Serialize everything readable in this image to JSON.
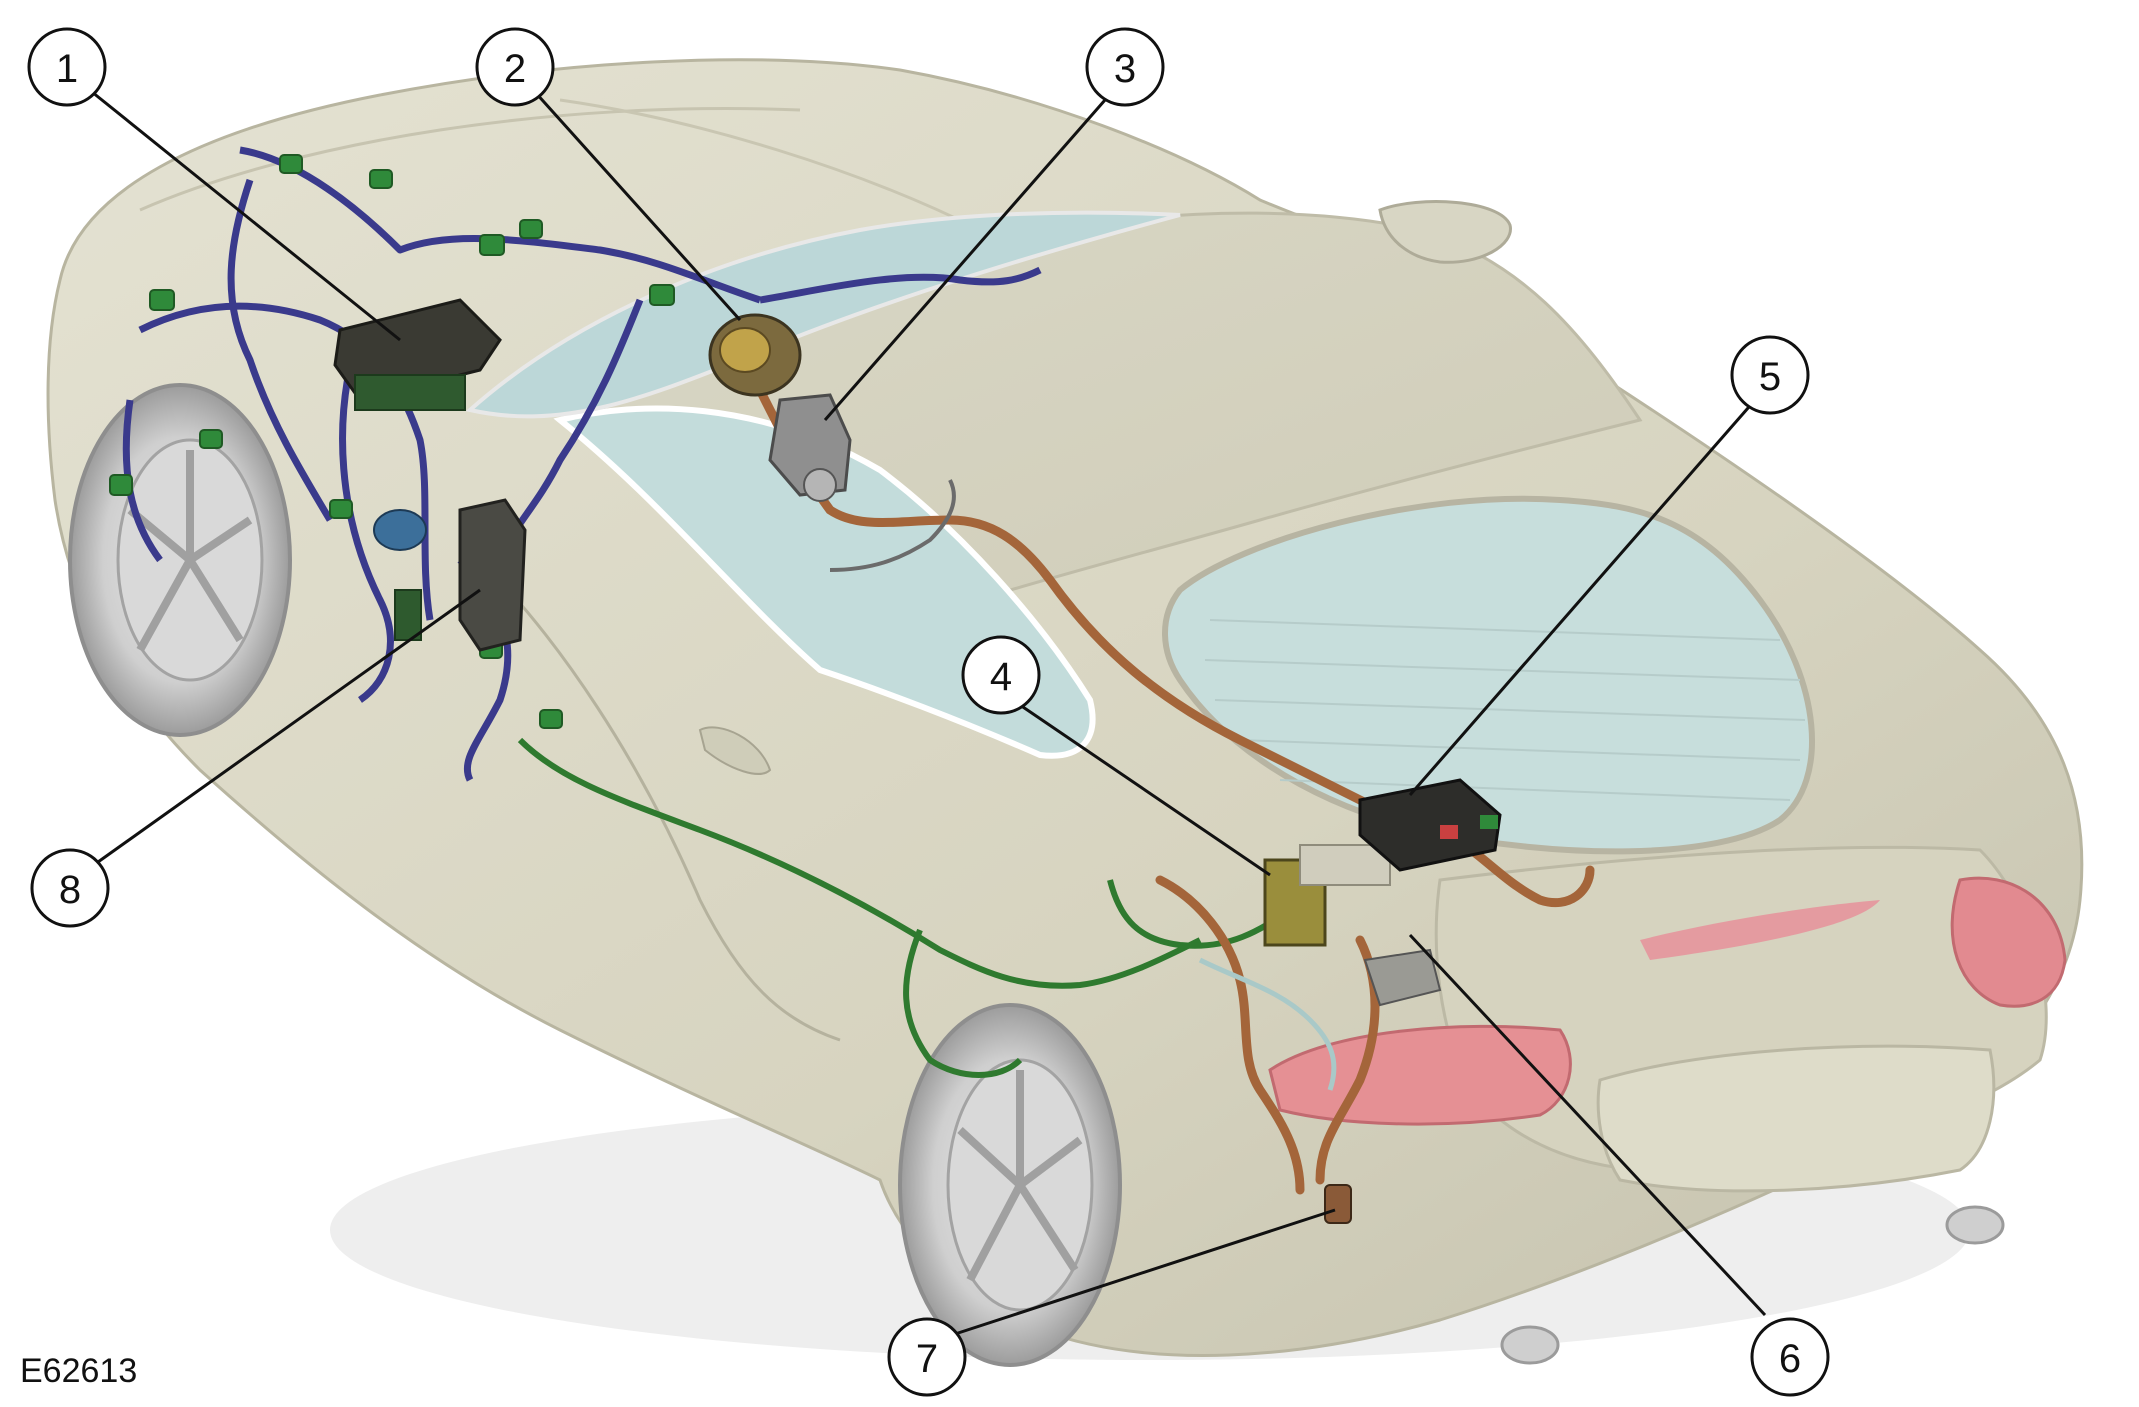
{
  "figure_id": "E62613",
  "callouts": [
    {
      "number": "1"
    },
    {
      "number": "2"
    },
    {
      "number": "3"
    },
    {
      "number": "4"
    },
    {
      "number": "5"
    },
    {
      "number": "6"
    },
    {
      "number": "7"
    },
    {
      "number": "8"
    }
  ],
  "colors": {
    "body": "#dcdac8",
    "body_shadow": "#b9b6a3",
    "glass": "#bcd9da",
    "tail_light": "#e58f94",
    "harness_front": "#3a3a8c",
    "harness_green": "#2f7a2f",
    "harness_battery": "#a4653a",
    "module_dark": "#2f2f2a"
  }
}
